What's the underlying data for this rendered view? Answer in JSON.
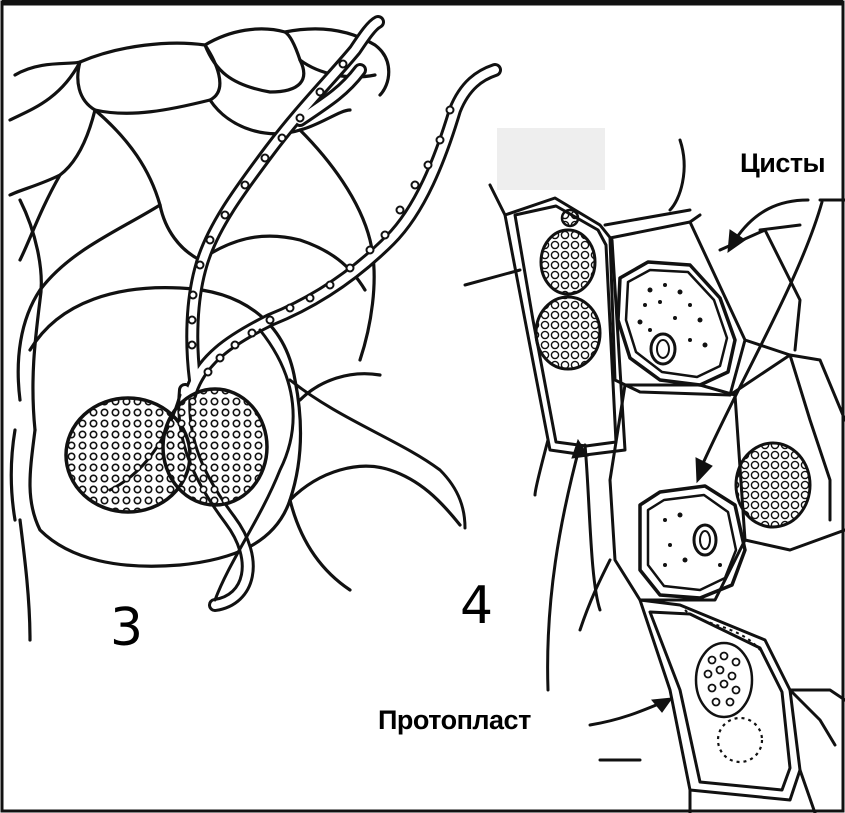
{
  "figure": {
    "labels": {
      "figure_3": "3",
      "figure_4": "4",
      "cysts": "Цисты",
      "protoplast": "Протопласт"
    },
    "colors": {
      "ink": "#111111",
      "background": "#ffffff",
      "blank_patch": "#eeeeee"
    }
  }
}
